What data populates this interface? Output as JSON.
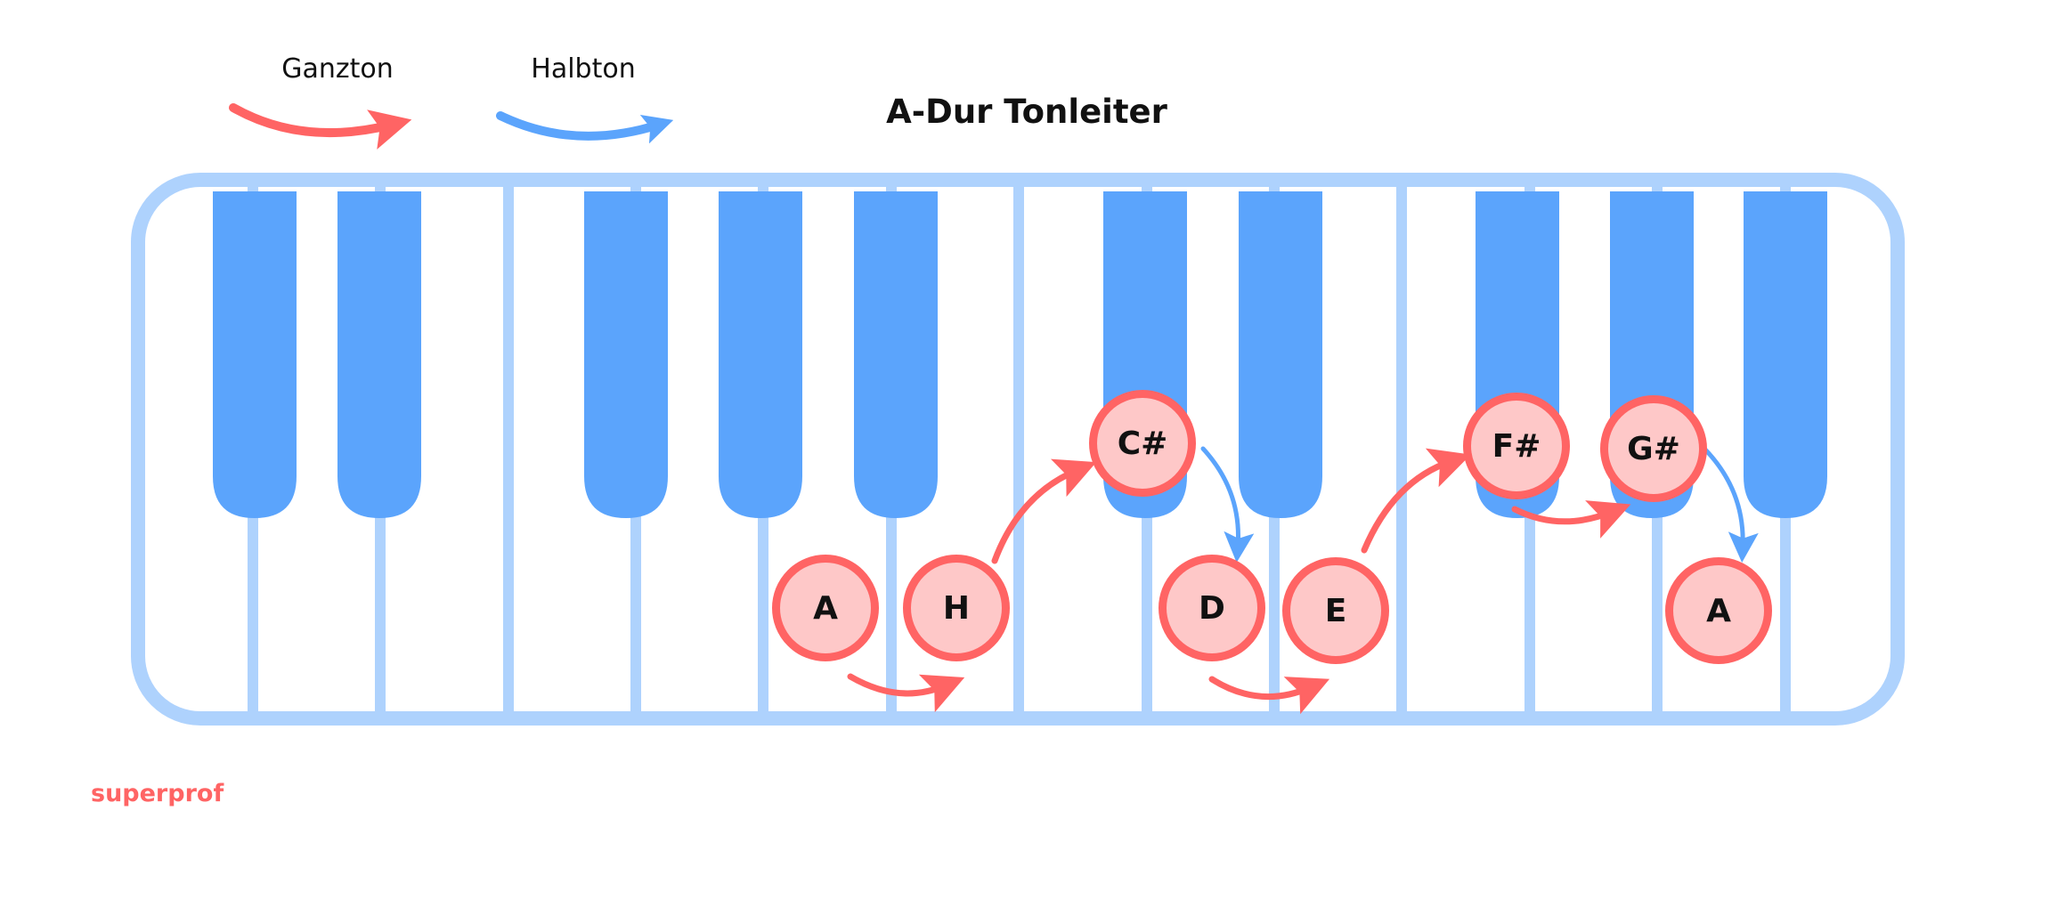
{
  "legend": {
    "whole_tone": {
      "label": "Ganzton",
      "color": "#ff6464"
    },
    "half_tone": {
      "label": "Halbton",
      "color": "#5ba4fc"
    }
  },
  "title": "A-Dur Tonleiter",
  "notes": [
    "A",
    "H",
    "C#",
    "D",
    "E",
    "F#",
    "G#",
    "A"
  ],
  "steps": [
    "Ganzton",
    "Ganzton",
    "Halbton",
    "Ganzton",
    "Ganzton",
    "Ganzton",
    "Halbton"
  ],
  "colors": {
    "frame": "#aed2fd",
    "black_key": "#5ba4fc",
    "note_fill": "#fec8c8",
    "note_border": "#ff6464"
  },
  "logo": "superprof"
}
